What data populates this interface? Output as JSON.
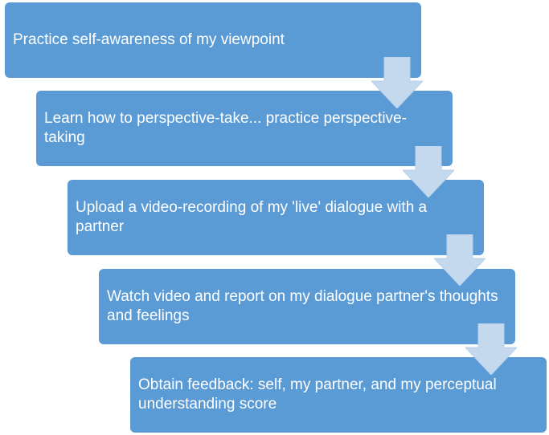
{
  "steps": [
    {
      "label": "Practice self-awareness of my viewpoint"
    },
    {
      "label": "Learn how to perspective-take... practice perspective-taking"
    },
    {
      "label": "Upload a video-recording of my 'live' dialogue with a partner"
    },
    {
      "label": "Watch video and report on my dialogue partner's thoughts and feelings"
    },
    {
      "label": "Obtain feedback: self, my partner, and my perceptual understanding score"
    }
  ],
  "colors": {
    "box_fill": "#5b9bd5",
    "arrow_fill": "#c5d9ee",
    "text": "#ffffff"
  },
  "icons": {
    "connector": "down-arrow-icon"
  }
}
